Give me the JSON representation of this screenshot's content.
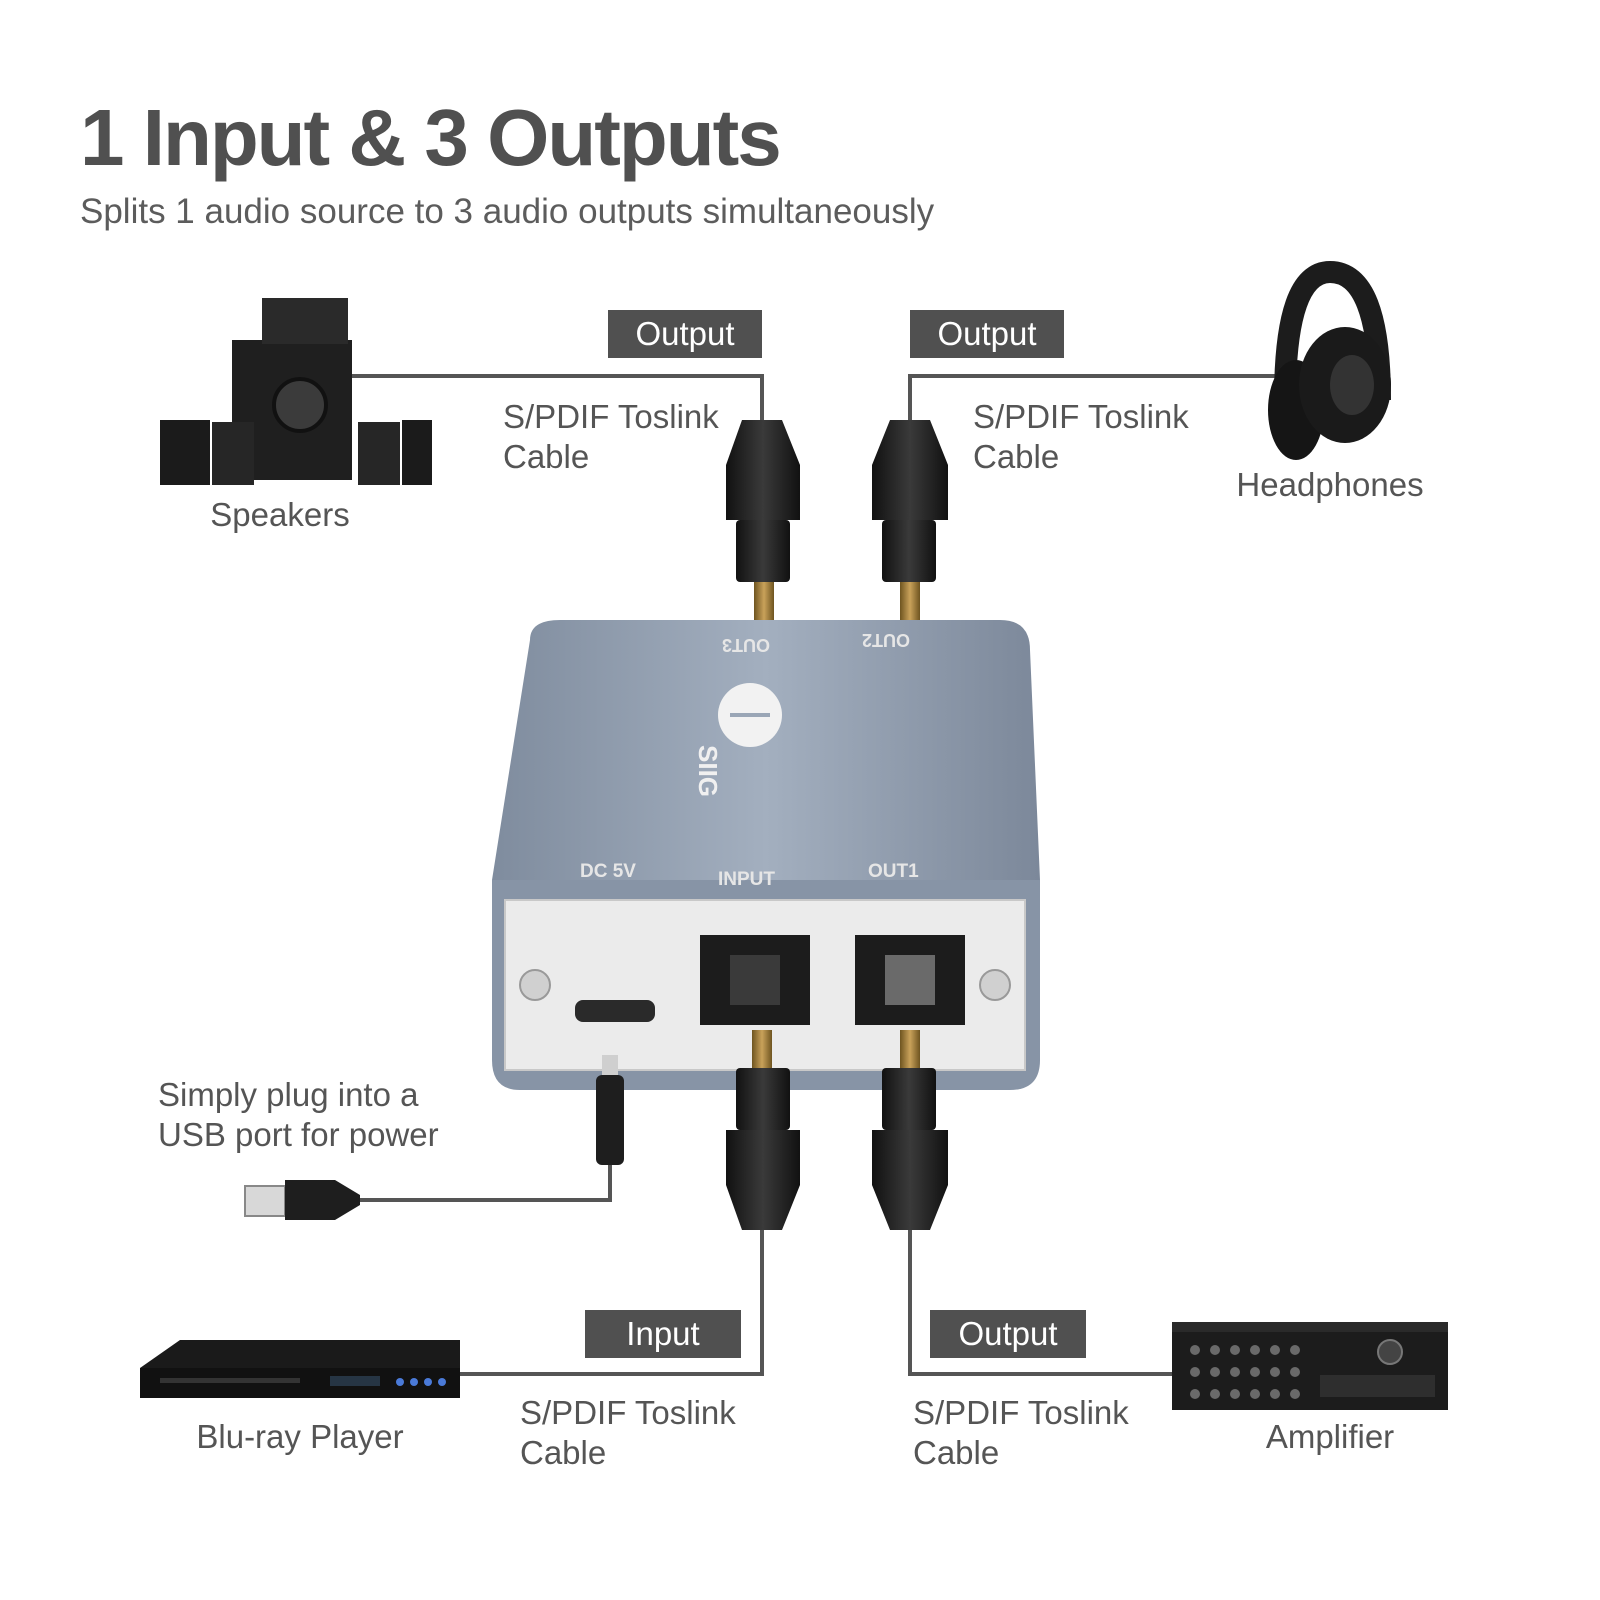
{
  "header": {
    "title": "1 Input & 3 Outputs",
    "subtitle": "Splits 1 audio source to 3 audio outputs simultaneously"
  },
  "tags": {
    "out_top_left": "Output",
    "out_top_right": "Output",
    "input_bottom": "Input",
    "out_bottom": "Output"
  },
  "cable_labels": {
    "top_left": {
      "line1": "S/PDIF Toslink",
      "line2": "Cable"
    },
    "top_right": {
      "line1": "S/PDIF Toslink",
      "line2": "Cable"
    },
    "bottom_left": {
      "line1": "S/PDIF Toslink",
      "line2": "Cable"
    },
    "bottom_right": {
      "line1": "S/PDIF Toslink",
      "line2": "Cable"
    }
  },
  "devices": {
    "speakers": "Speakers",
    "headphones": "Headphones",
    "bluray": "Blu-ray Player",
    "amplifier": "Amplifier"
  },
  "usb_note": {
    "line1": "Simply plug into a",
    "line2": "USB port for power"
  },
  "splitter": {
    "brand": "SIIG",
    "port_out3": "OUT3",
    "port_out2": "OUT2",
    "port_dc": "DC 5V",
    "port_input": "INPUT",
    "port_out1": "OUT1"
  },
  "colors": {
    "tag_bg": "#505050",
    "line": "#555555",
    "device_body": "#8f9cae",
    "faceplate": "#e9e9e9",
    "gold_ferrule": "#9a7a3c"
  }
}
